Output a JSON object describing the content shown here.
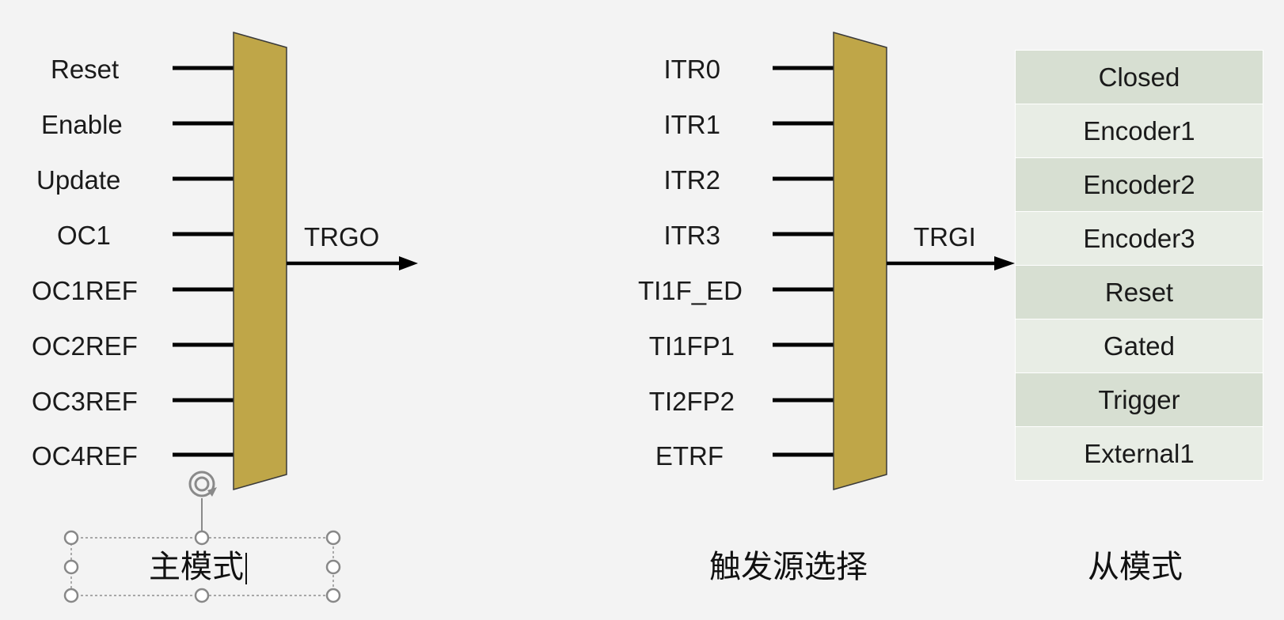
{
  "master": {
    "inputs": [
      "Reset",
      "Enable",
      "Update",
      "OC1",
      "OC1REF",
      "OC2REF",
      "OC3REF",
      "OC4REF"
    ],
    "output_label": "TRGO",
    "caption": "主模式"
  },
  "trigger": {
    "inputs": [
      "ITR0",
      "ITR1",
      "ITR2",
      "ITR3",
      "TI1F_ED",
      "TI1FP1",
      "TI2FP2",
      "ETRF"
    ],
    "output_label": "TRGI",
    "caption": "触发源选择"
  },
  "slave": {
    "modes": [
      "Closed",
      "Encoder1",
      "Encoder2",
      "Encoder3",
      "Reset",
      "Gated",
      "Trigger",
      "External1"
    ],
    "caption": "从模式"
  },
  "colors": {
    "mux_fill": "#bfa648",
    "mux_stroke": "#3a3a3a",
    "row_dark": "#d7dfd2",
    "row_light": "#e8ede5",
    "line": "#000000"
  }
}
